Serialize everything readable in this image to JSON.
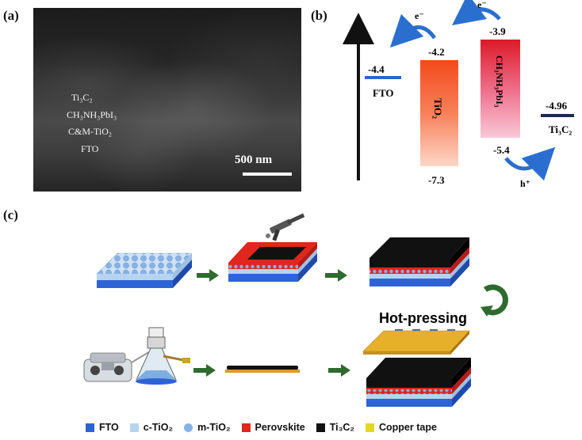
{
  "panels": {
    "a": {
      "label": "(a)"
    },
    "b": {
      "label": "(b)"
    },
    "c": {
      "label": "(c)"
    }
  },
  "sem": {
    "layers": [
      "Ti₃C₂",
      "CH₃NH₃PbI₃",
      "C&M-TiO₂",
      "FTO"
    ],
    "scale_bar": "500 nm"
  },
  "energy": {
    "fto": {
      "name": "FTO",
      "value": "-4.4"
    },
    "tio2": {
      "name": "TiO₂",
      "cb": "-4.2",
      "vb": "-7.3"
    },
    "pvk": {
      "name": "CH₃NH₃PbI₃",
      "cb": "-3.9",
      "vb": "-5.4"
    },
    "ti3c2": {
      "name": "Ti₃C₂",
      "value": "-4.96"
    },
    "electron": "e⁻",
    "hole": "h⁺"
  },
  "process": {
    "hot_pressing": "Hot-pressing"
  },
  "legend": [
    {
      "label": "FTO",
      "color": "#2e63d6",
      "shape": "square"
    },
    {
      "label": "c-TiO₂",
      "color": "#b7d3ee",
      "shape": "square"
    },
    {
      "label": "m-TiO₂",
      "color": "#86b2e6",
      "shape": "circle"
    },
    {
      "label": "Perovskite",
      "color": "#e0261d",
      "shape": "square"
    },
    {
      "label": "Ti₃C₂",
      "color": "#111111",
      "shape": "square"
    },
    {
      "label": "Copper tape",
      "color": "#e6d820",
      "shape": "square"
    }
  ],
  "colors": {
    "fto": "#2e63d6",
    "ctio2": "#b7d3ee",
    "mtio2": "#86b2e6",
    "perovskite": "#e0261d",
    "ti3c2": "#111111",
    "copper": "#e6b02a",
    "arrow_green": "#2e6b2e",
    "arrow_blue": "#2a6fd0"
  }
}
